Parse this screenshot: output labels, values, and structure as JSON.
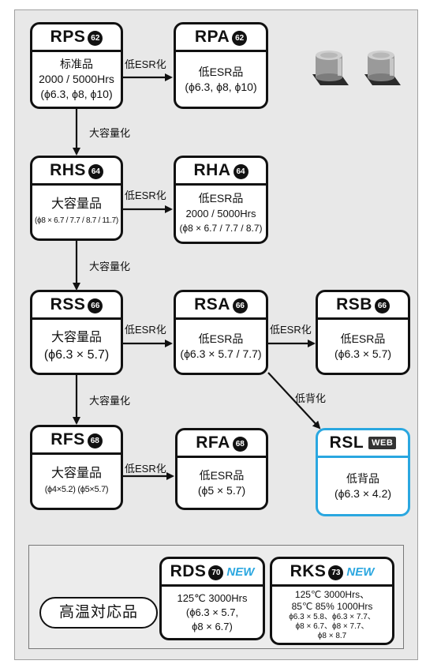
{
  "nodes": {
    "rps": {
      "name": "RPS",
      "num": "62",
      "lines": [
        "标准品",
        "2000 / 5000Hrs",
        "(ϕ6.3, ϕ8, ϕ10)"
      ]
    },
    "rpa": {
      "name": "RPA",
      "num": "62",
      "lines": [
        "低ESR品",
        "(ϕ6.3, ϕ8, ϕ10)"
      ]
    },
    "rhs": {
      "name": "RHS",
      "num": "64",
      "lines": [
        "大容量品",
        "(ϕ8 × 6.7 / 7.7 / 8.7 / 11.7)"
      ]
    },
    "rha": {
      "name": "RHA",
      "num": "64",
      "lines": [
        "低ESR品",
        "2000 / 5000Hrs",
        "(ϕ8 × 6.7 / 7.7 / 8.7)"
      ]
    },
    "rss": {
      "name": "RSS",
      "num": "66",
      "lines": [
        "大容量品",
        "(ϕ6.3 × 5.7)"
      ]
    },
    "rsa": {
      "name": "RSA",
      "num": "66",
      "lines": [
        "低ESR品",
        "(ϕ6.3 × 5.7 /  7.7)"
      ]
    },
    "rsb": {
      "name": "RSB",
      "num": "66",
      "lines": [
        "低ESR品",
        "(ϕ6.3 × 5.7)"
      ]
    },
    "rfs": {
      "name": "RFS",
      "num": "68",
      "lines": [
        "大容量品",
        "(ϕ4×5.2) (ϕ5×5.7)"
      ]
    },
    "rfa": {
      "name": "RFA",
      "num": "68",
      "lines": [
        "低ESR品",
        "(ϕ5 × 5.7)"
      ]
    },
    "rsl": {
      "name": "RSL",
      "badge": "WEB",
      "lines": [
        "低背品",
        "(ϕ6.3 × 4.2)"
      ]
    },
    "rds": {
      "name": "RDS",
      "num": "70",
      "new": "NEW",
      "lines": [
        "125℃  3000Hrs",
        "(ϕ6.3 × 5.7,",
        "ϕ8 × 6.7)"
      ]
    },
    "rks": {
      "name": "RKS",
      "num": "73",
      "new": "NEW",
      "lines": [
        "125℃  3000Hrs、",
        "85℃ 85% 1000Hrs",
        "ϕ6.3 × 5.8、ϕ6.3 × 7.7、",
        "ϕ8 × 6.7、ϕ8 × 7.7、",
        "ϕ8 × 8.7"
      ]
    }
  },
  "edges": {
    "low_esr": "低ESR化",
    "large_cap": "大容量化",
    "low_profile": "低背化"
  },
  "legend": {
    "high_temp": "高温対応品"
  }
}
